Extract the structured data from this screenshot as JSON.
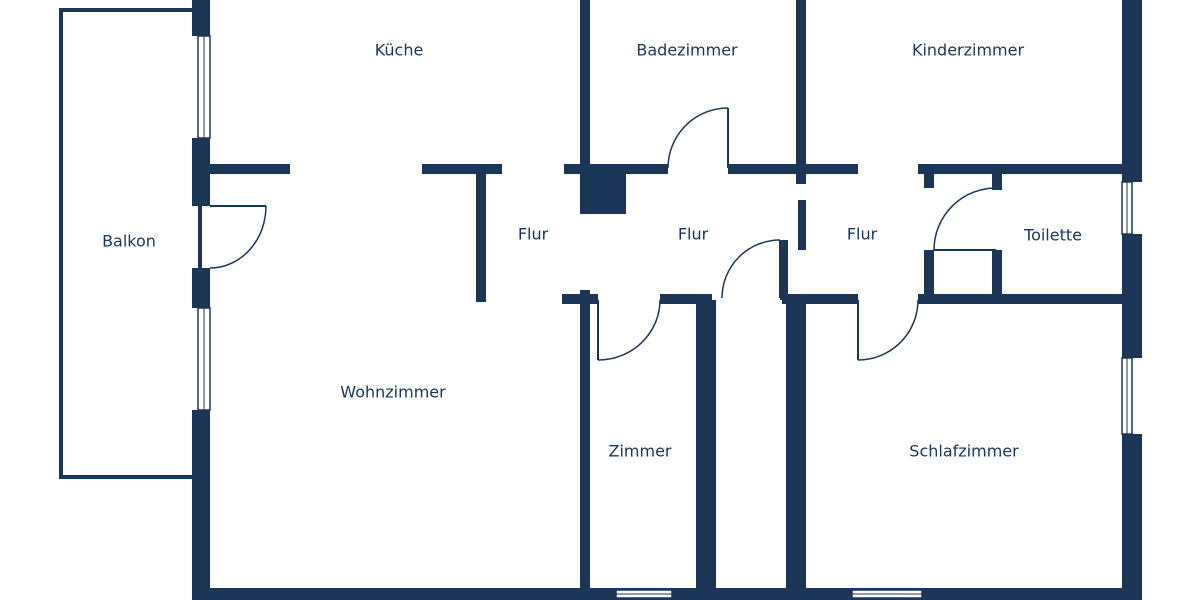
{
  "colors": {
    "wall": "#1b3656",
    "background": "#ffffff"
  },
  "rooms": {
    "balkon": "Balkon",
    "kueche": "Küche",
    "badezimmer": "Badezimmer",
    "kinderzimmer": "Kinderzimmer",
    "flur_left": "Flur",
    "flur_middle": "Flur",
    "flur_right": "Flur",
    "toilette": "Toilette",
    "wohnzimmer": "Wohnzimmer",
    "zimmer": "Zimmer",
    "schlafzimmer": "Schlafzimmer"
  }
}
